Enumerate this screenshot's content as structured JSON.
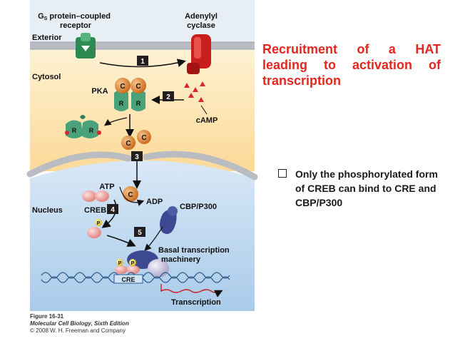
{
  "slide": {
    "title": "Recruitment of a HAT leading to activation of transcription",
    "bullet": "Only the phosphorylated form of CREB can bind to CRE and CBP/P300"
  },
  "figure": {
    "label_gs_line1": "G",
    "label_gs_sub": "S",
    "label_gs_line1b": " protein–coupled",
    "label_gs_line2": "receptor",
    "label_ac_line1": "Adenylyl",
    "label_ac_line2": "cyclase",
    "region_exterior": "Exterior",
    "region_cytosol": "Cytosol",
    "region_nucleus": "Nucleus",
    "pka": "PKA",
    "camp": "cAMP",
    "atp": "ATP",
    "adp": "ADP",
    "creb": "CREB",
    "cbp": "CBP/P300",
    "basal_line1": "Basal transcription",
    "basal_line2": "machinery",
    "cre": "CRE",
    "transcription": "Transcription",
    "subunit_c": "C",
    "subunit_r": "R",
    "phospho": "P",
    "steps": [
      "1",
      "2",
      "3",
      "4",
      "5"
    ]
  },
  "caption": {
    "line1": "Figure 16-31",
    "line2": "Molecular Cell Biology, Sixth Edition",
    "line3": "© 2008 W. H. Freeman and Company"
  },
  "colors": {
    "title_red": "#e5261f",
    "membrane_grey": "#b9bcc0",
    "exterior_bg": "#e7eef4",
    "cytosol_bg": "#fde7b8",
    "nucleus_bg": "#bcd6ee",
    "kinase_orange": "#e4862a",
    "reg_green": "#4aa27a",
    "receptor_green": "#2e8a52",
    "cyclase_red": "#c81e1e",
    "cbp_navy": "#3c4890",
    "creb_pink": "#f1a9a6",
    "step_box": "#231f20"
  }
}
